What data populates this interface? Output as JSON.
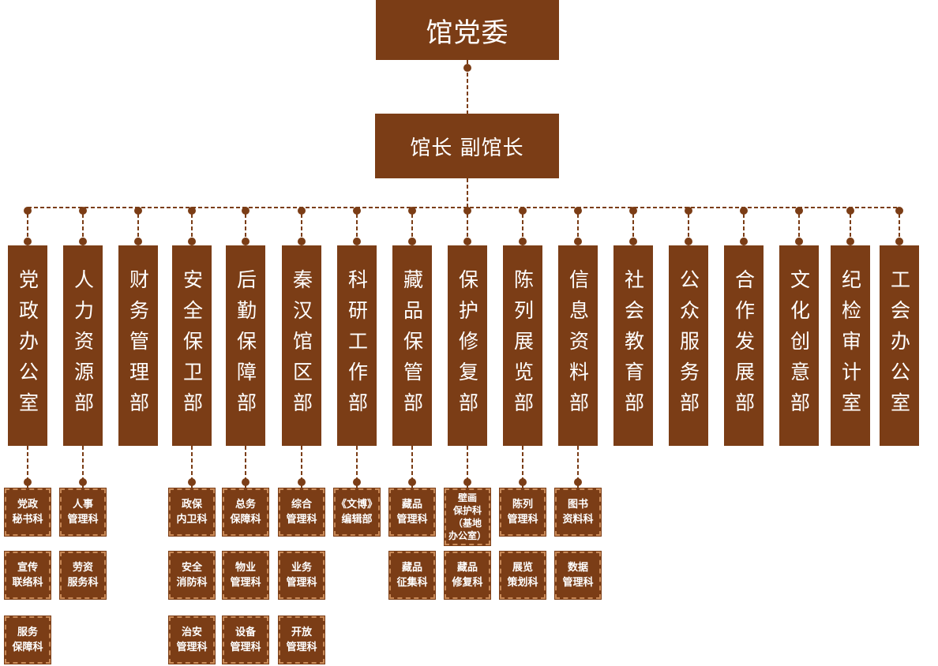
{
  "top": "馆党委",
  "leadership": "馆长  副馆长",
  "colors": {
    "box": "#7b3d16",
    "connector": "#7b3d16",
    "sub_border": "#c98a58"
  },
  "departments": [
    {
      "name": "党政办公室",
      "subs": [
        "党政\n秘书科",
        "宣传\n联络科",
        "服务\n保障科"
      ]
    },
    {
      "name": "人力资源部",
      "subs": [
        "人事\n管理科",
        "劳资\n服务科"
      ]
    },
    {
      "name": "财务管理部",
      "subs": []
    },
    {
      "name": "安全保卫部",
      "subs": [
        "政保\n内卫科",
        "安全\n消防科",
        "治安\n管理科"
      ]
    },
    {
      "name": "后勤保障部",
      "subs": [
        "总务\n保障科",
        "物业\n管理科",
        "设备\n管理科"
      ]
    },
    {
      "name": "秦汉馆区部",
      "subs": [
        "综合\n管理科",
        "业务\n管理科",
        "开放\n管理科"
      ]
    },
    {
      "name": "科研工作部",
      "subs": [
        "《文博》\n编辑部"
      ]
    },
    {
      "name": "藏品保管部",
      "subs": [
        "藏品\n管理科",
        "藏品\n征集科"
      ]
    },
    {
      "name": "保护修复部",
      "subs": [
        "壁画\n保护科\n（基地\n办公室）",
        "藏品\n修复科"
      ]
    },
    {
      "name": "陈列展览部",
      "subs": [
        "陈列\n管理科",
        "展览\n策划科"
      ]
    },
    {
      "name": "信息资料部",
      "subs": [
        "图书\n资料科",
        "数据\n管理科"
      ]
    },
    {
      "name": "社会教育部",
      "subs": []
    },
    {
      "name": "公众服务部",
      "subs": []
    },
    {
      "name": "合作发展部",
      "subs": []
    },
    {
      "name": "文化创意部",
      "subs": []
    },
    {
      "name": "纪检审计室",
      "subs": []
    },
    {
      "name": "工会办公室",
      "subs": []
    }
  ]
}
